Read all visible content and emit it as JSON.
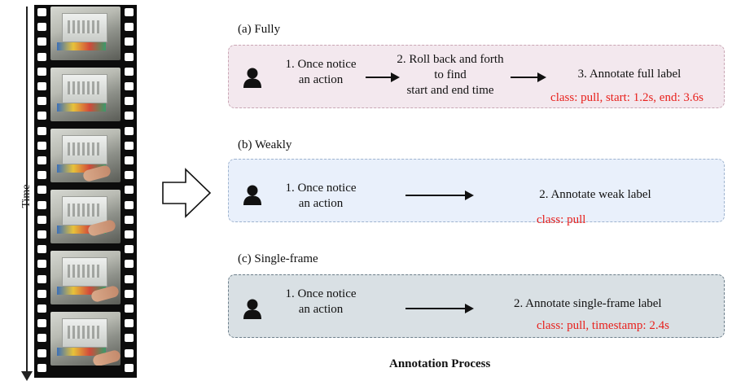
{
  "time_axis": {
    "label": "Time"
  },
  "filmstrip": {
    "frames": 6
  },
  "panels": {
    "fully": {
      "title": "(a) Fully",
      "step1": [
        "1. Once notice",
        "an action"
      ],
      "step2": [
        "2. Roll back and forth",
        "to find",
        "start and end time"
      ],
      "step3": "3. Annotate full label",
      "label": "class: pull, start: 1.2s, end: 3.6s",
      "bg": "#f3e8ee",
      "border": "#c9a6b4"
    },
    "weakly": {
      "title": "(b) Weakly",
      "step1": [
        "1. Once notice",
        "an action"
      ],
      "step2": "2. Annotate weak label",
      "label": "class: pull",
      "bg": "#e9f0fb",
      "border": "#9fb4cf"
    },
    "single": {
      "title": "(c) Single-frame",
      "step1": [
        "1. Once notice",
        "an action"
      ],
      "step2": "2. Annotate single-frame label",
      "label": "class: pull, timestamp: 2.4s",
      "bg": "#d9e0e4",
      "border": "#6d7f8b"
    }
  },
  "caption": "Annotation Process",
  "colors": {
    "annotation_text": "#e8201c"
  },
  "icons": [
    "person-icon",
    "right-arrow-icon",
    "hollow-big-arrow-icon"
  ]
}
